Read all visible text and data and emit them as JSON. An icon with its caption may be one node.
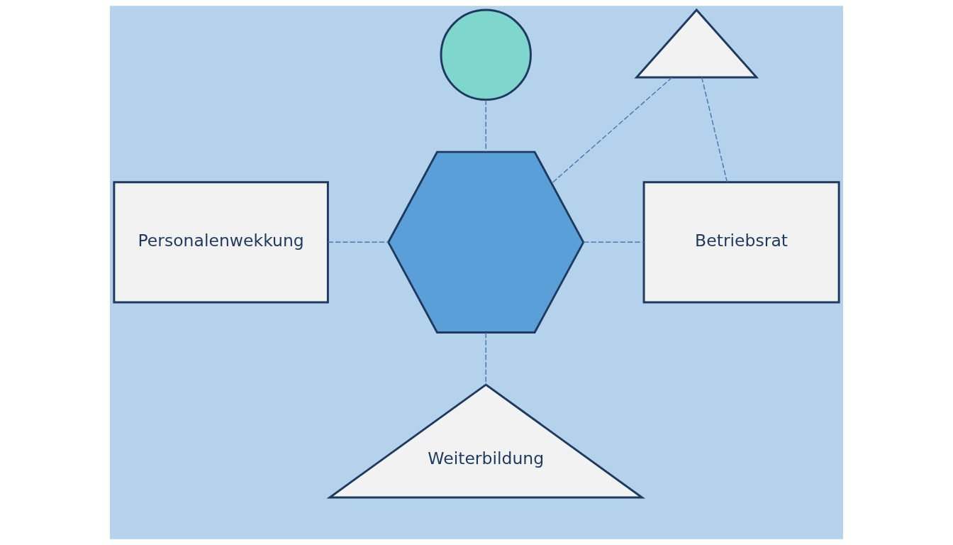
{
  "diagram": {
    "nodes": [
      {
        "text": [],
        "shape": "hexagon"
      },
      {
        "text": [],
        "shape": "circle"
      },
      {
        "text": [],
        "shape": "triangle"
      },
      {
        "text": [
          "Personalenwekkung"
        ]
      },
      {
        "text": [
          "Betriebsrat"
        ]
      },
      {
        "text": [
          "Weiterbildung"
        ]
      }
    ],
    "edges": [
      {
        "from": 1,
        "to": 0,
        "arrow": "none",
        "style": "dashed"
      },
      {
        "from": 3,
        "to": 0,
        "arrow": "none",
        "style": "dashed"
      },
      {
        "from": 2,
        "to": 0,
        "arrow": "none",
        "style": "dashed"
      },
      {
        "from": 2,
        "to": 4,
        "arrow": "none",
        "style": "dashed"
      },
      {
        "from": 0,
        "to": 4,
        "arrow": "none",
        "style": "dashed"
      },
      {
        "from": 0,
        "to": 5,
        "arrow": "none",
        "style": "dashed"
      }
    ]
  }
}
